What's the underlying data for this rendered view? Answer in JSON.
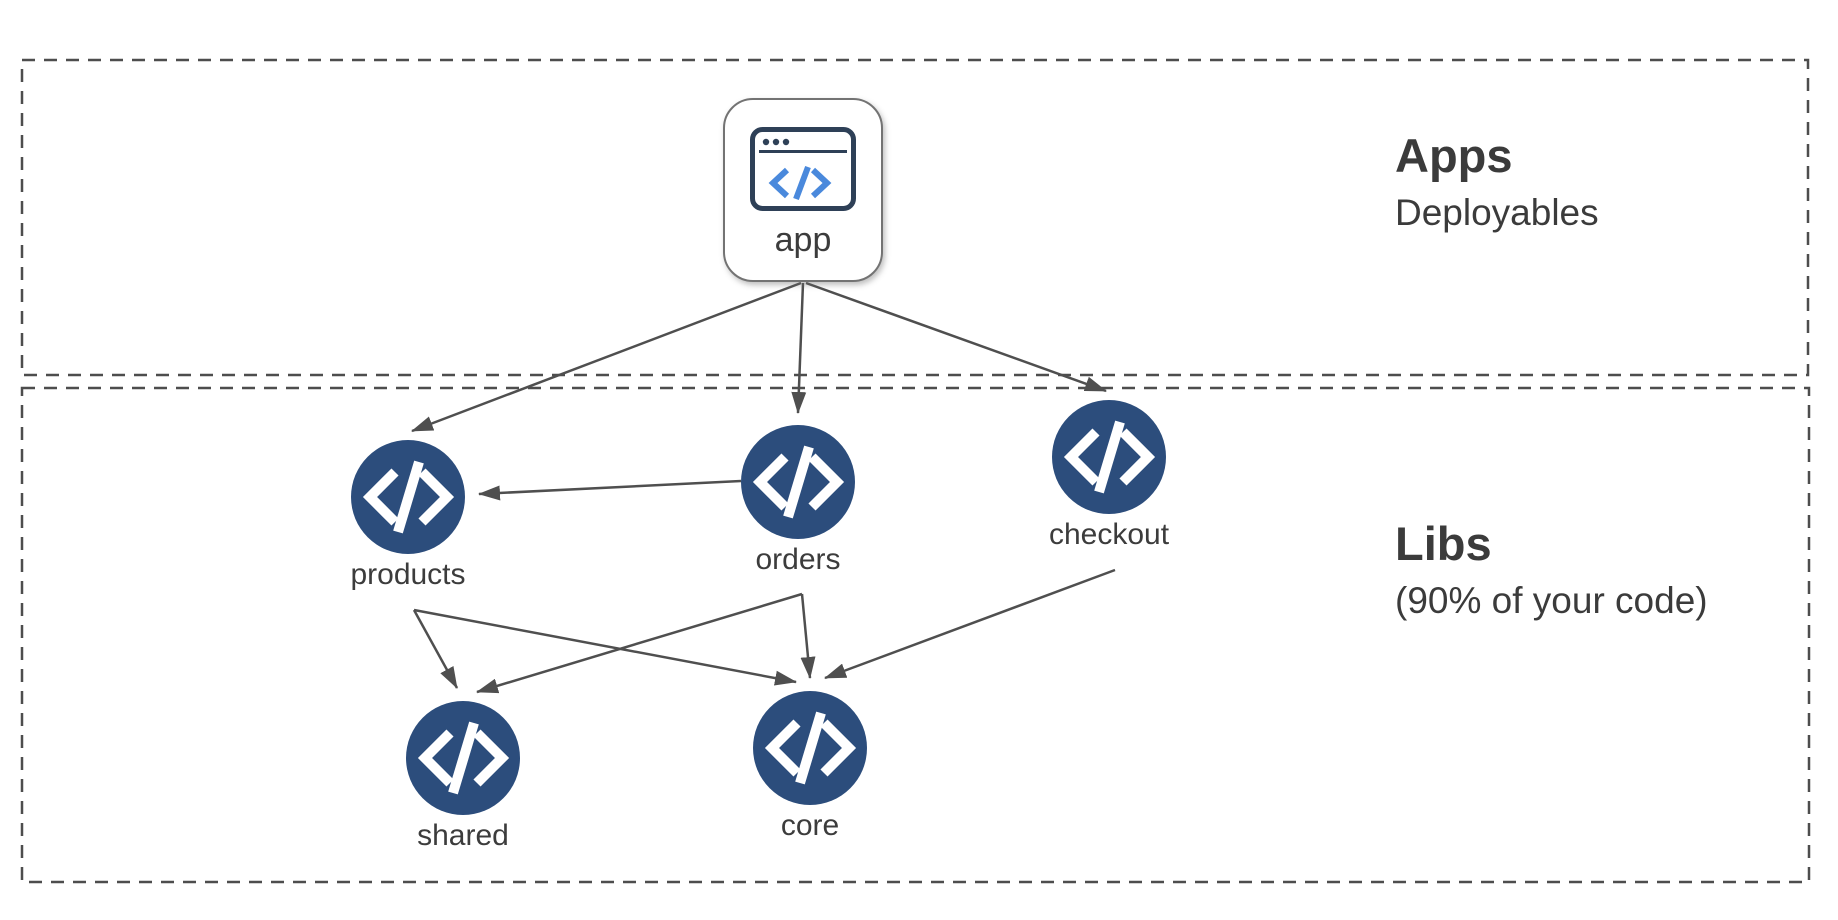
{
  "diagram": {
    "sections": [
      {
        "title": "Apps",
        "subtitle": "Deployables"
      },
      {
        "title": "Libs",
        "subtitle": "(90% of your code)"
      }
    ],
    "nodes": {
      "app": {
        "label": "app"
      },
      "products": {
        "label": "products"
      },
      "orders": {
        "label": "orders"
      },
      "checkout": {
        "label": "checkout"
      },
      "shared": {
        "label": "shared"
      },
      "core": {
        "label": "core"
      }
    },
    "edges": [
      {
        "from": "app",
        "to": "products"
      },
      {
        "from": "app",
        "to": "orders"
      },
      {
        "from": "app",
        "to": "checkout"
      },
      {
        "from": "orders",
        "to": "products"
      },
      {
        "from": "products",
        "to": "shared"
      },
      {
        "from": "products",
        "to": "core"
      },
      {
        "from": "orders",
        "to": "shared"
      },
      {
        "from": "orders",
        "to": "core"
      },
      {
        "from": "checkout",
        "to": "core"
      }
    ],
    "colors": {
      "background": "#ffffff",
      "dashed_box_border": "#4d4d4d",
      "arrow": "#4f4f4f",
      "lib_node_fill": "#2c4d7c",
      "lib_node_glyph": "#ffffff",
      "app_node_border": "#737373",
      "browser_icon_stroke": "#2e4057",
      "browser_code_blue": "#4a89dc",
      "text": "#3c3c3c"
    }
  }
}
